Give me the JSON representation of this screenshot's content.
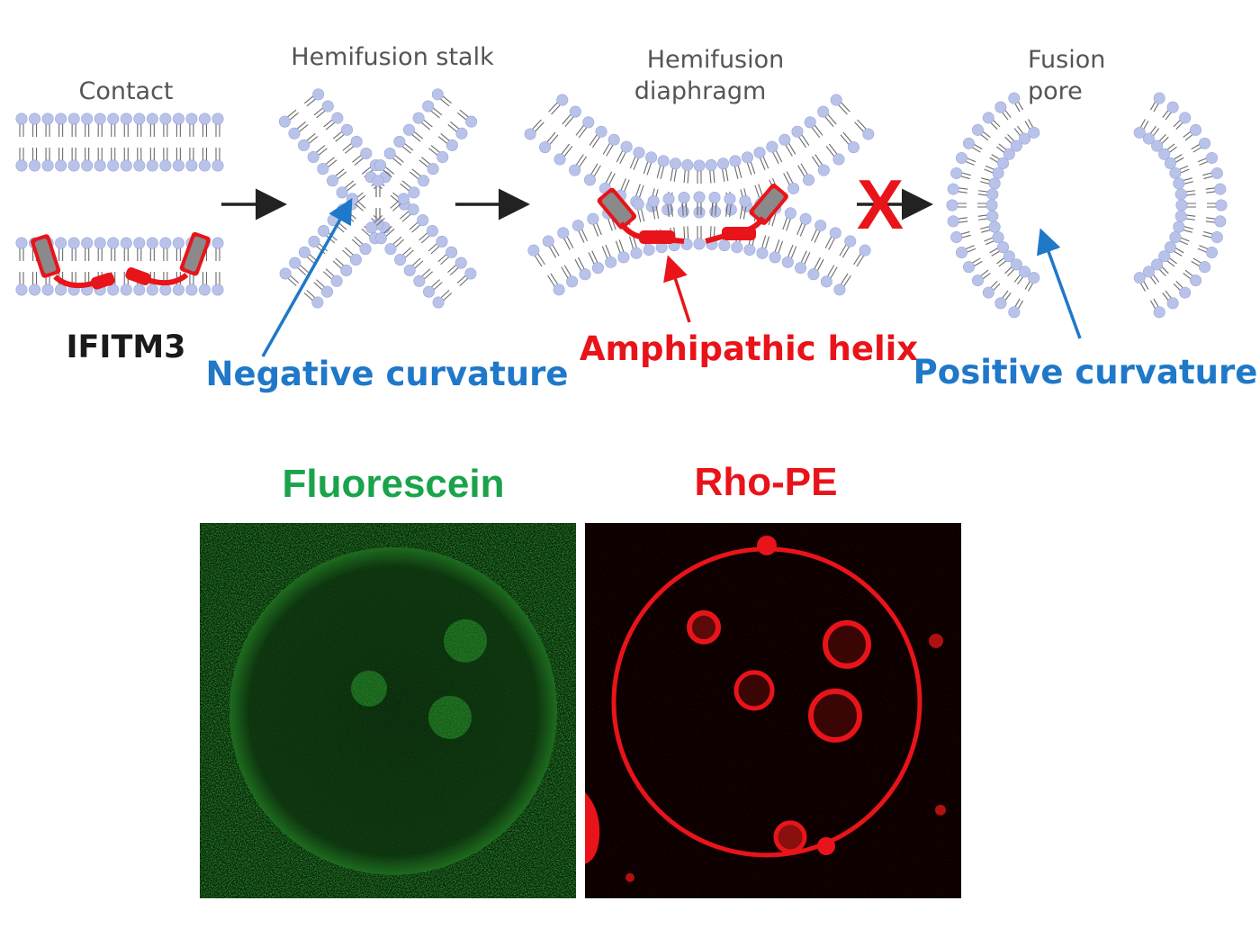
{
  "stages": {
    "contact": "Contact",
    "hemifusion_stalk": "Hemifusion stalk",
    "hemifusion_diaphragm_line1": "Hemifusion",
    "hemifusion_diaphragm_line2": "diaphragm",
    "fusion_pore_line1": "Fusion",
    "fusion_pore_line2": "pore"
  },
  "annotations": {
    "protein": "IFITM3",
    "negative_curvature": "Negative curvature",
    "amphipathic_helix": "Amphipathic helix",
    "positive_curvature": "Positive curvature",
    "blocked_mark": "X"
  },
  "panels": {
    "fluorescein": "Fluorescein",
    "rho_pe": "Rho-PE"
  },
  "colors": {
    "lipid_head": "#b9c3ea",
    "lipid_tail": "#6b6b6b",
    "blue_label": "#1f78c8",
    "red_label": "#e8141a",
    "fluorescein_title": "#1aa34a",
    "rho_title": "#e8141a",
    "arrow": "#222222"
  }
}
